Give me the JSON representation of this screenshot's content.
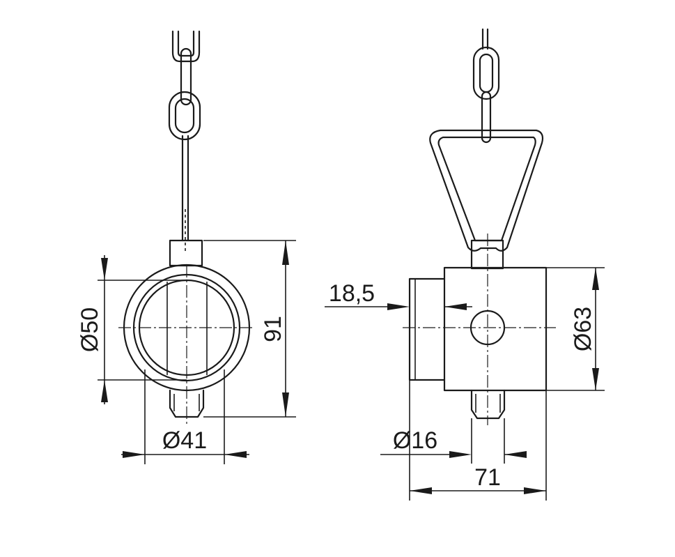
{
  "dimensions": {
    "diameter_50": "Ø50",
    "height_91": "91",
    "diameter_41": "Ø41",
    "offset_18_5": "18,5",
    "diameter_63": "Ø63",
    "diameter_16": "Ø16",
    "length_71": "71"
  }
}
